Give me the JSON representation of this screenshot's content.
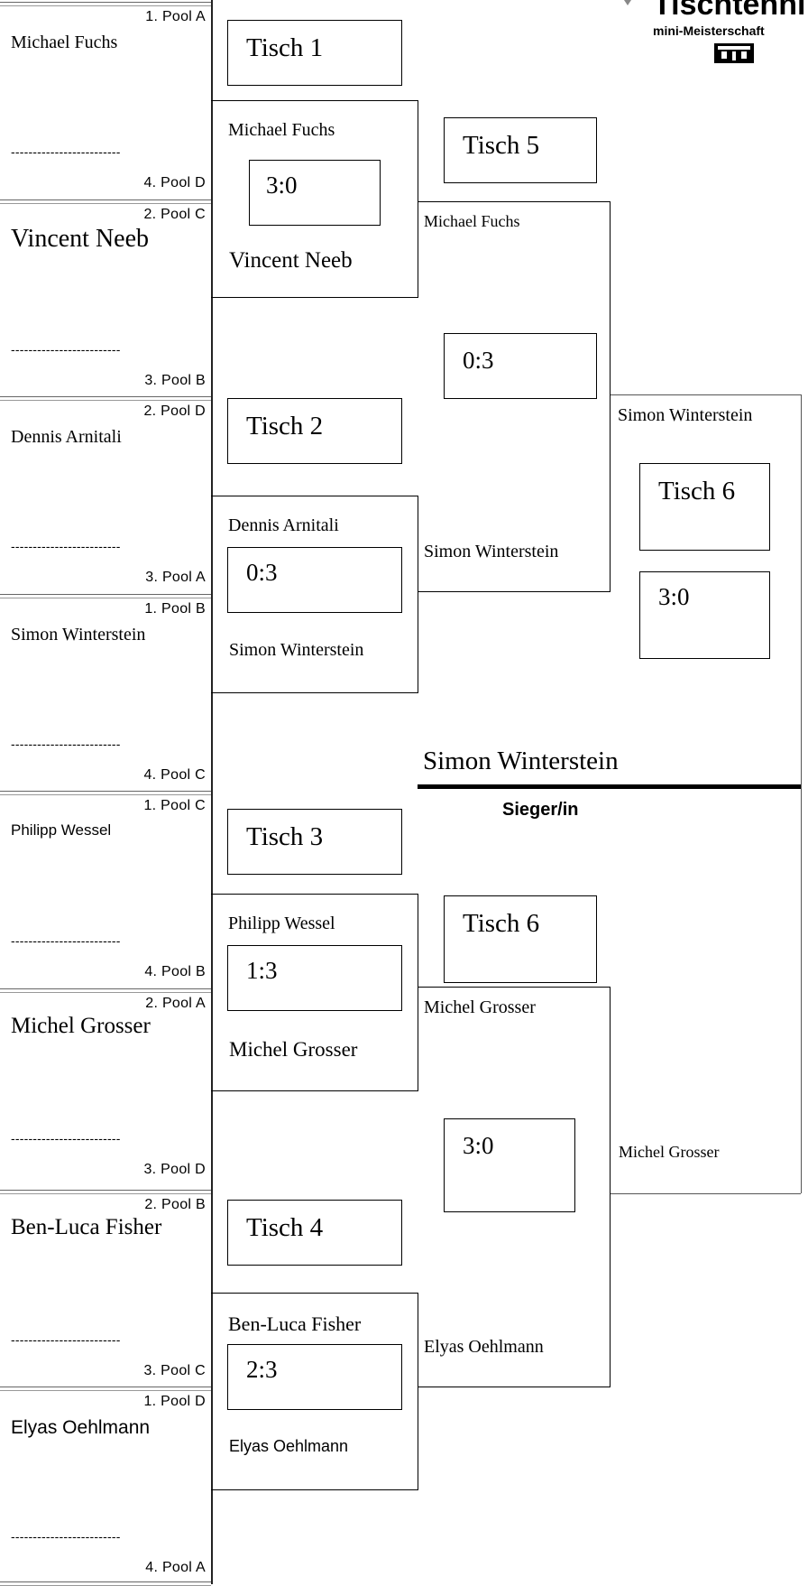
{
  "logo": {
    "title": "Tischtenni",
    "subtitle": "mini-Meisterschaft",
    "mark": "Sparkasse-style logo"
  },
  "round1": [
    {
      "top_pool": "1. Pool A",
      "top_player": "Michael Fuchs",
      "dashes": "-------------------------",
      "bottom_pool": "4. Pool D"
    },
    {
      "top_pool": "2. Pool C",
      "top_player": "Vincent Neeb",
      "dashes": "-------------------------",
      "bottom_pool": "3. Pool B"
    },
    {
      "top_pool": "2. Pool D",
      "top_player": "Dennis Arnitali",
      "dashes": "-------------------------",
      "bottom_pool": "3. Pool A"
    },
    {
      "top_pool": "1. Pool B",
      "top_player": "Simon Winterstein",
      "dashes": "-------------------------",
      "bottom_pool": "4. Pool C"
    },
    {
      "top_pool": "1. Pool C",
      "top_player": "Philipp Wessel",
      "dashes": "-------------------------",
      "bottom_pool": "4. Pool B"
    },
    {
      "top_pool": "2. Pool A",
      "top_player": "Michel Grosser",
      "dashes": "-------------------------",
      "bottom_pool": "3. Pool D"
    },
    {
      "top_pool": "2. Pool B",
      "top_player": "Ben-Luca Fisher",
      "dashes": "-------------------------",
      "bottom_pool": "3. Pool C"
    },
    {
      "top_pool": "1. Pool D",
      "top_player": "Elyas Oehlmann",
      "dashes": "-------------------------",
      "bottom_pool": "4. Pool A"
    }
  ],
  "quarterfinals": [
    {
      "table": "Tisch 1",
      "player1": "Michael Fuchs",
      "score": "3:0",
      "player2": "Vincent Neeb"
    },
    {
      "table": "Tisch 2",
      "player1": "Dennis Arnitali",
      "score": "0:3",
      "player2": "Simon Winterstein"
    },
    {
      "table": "Tisch 3",
      "player1": "Philipp Wessel",
      "score": "1:3",
      "player2": "Michel Grosser"
    },
    {
      "table": "Tisch 4",
      "player1": "Ben-Luca Fisher",
      "score": "2:3",
      "player2": "Elyas Oehlmann"
    }
  ],
  "semifinals": [
    {
      "table": "Tisch 5",
      "player1": "Michael Fuchs",
      "score": "0:3",
      "player2": "Simon Winterstein"
    },
    {
      "table": "Tisch 6",
      "player1": "Michel Grosser",
      "score": "3:0",
      "player2": "Elyas Oehlmann"
    }
  ],
  "final": {
    "table": "Tisch 6",
    "player1": "Simon Winterstein",
    "score": "3:0",
    "player2": "Michel Grosser"
  },
  "winner": {
    "name": "Simon Winterstein",
    "label": "Sieger/in"
  }
}
